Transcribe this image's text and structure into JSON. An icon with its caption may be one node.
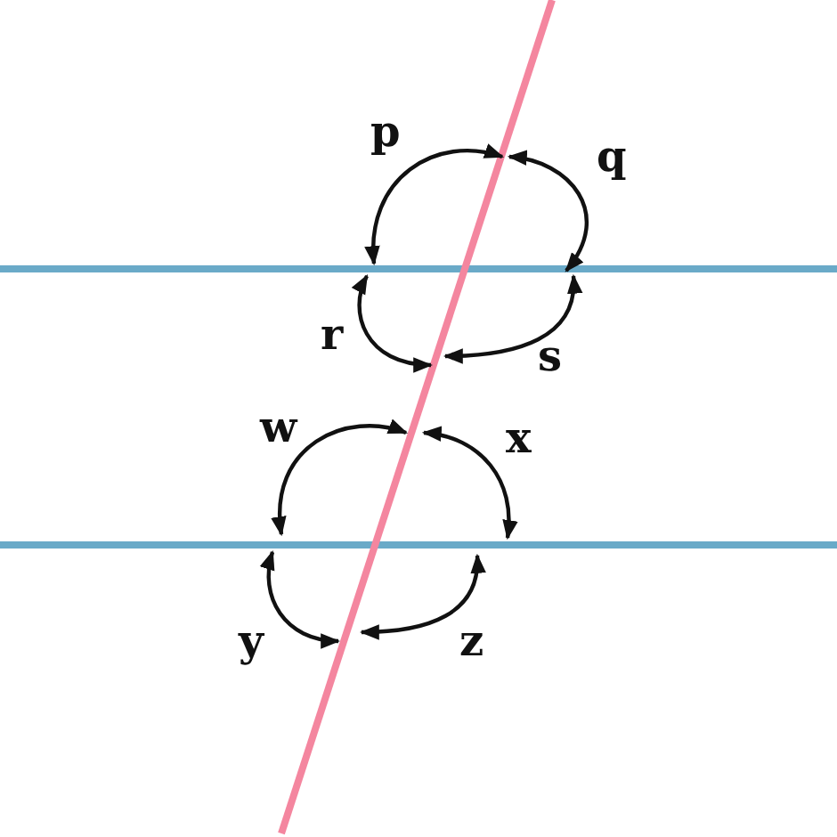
{
  "diagram": {
    "labels": [
      "p",
      "q",
      "r",
      "s",
      "w",
      "x",
      "y",
      "z"
    ]
  }
}
